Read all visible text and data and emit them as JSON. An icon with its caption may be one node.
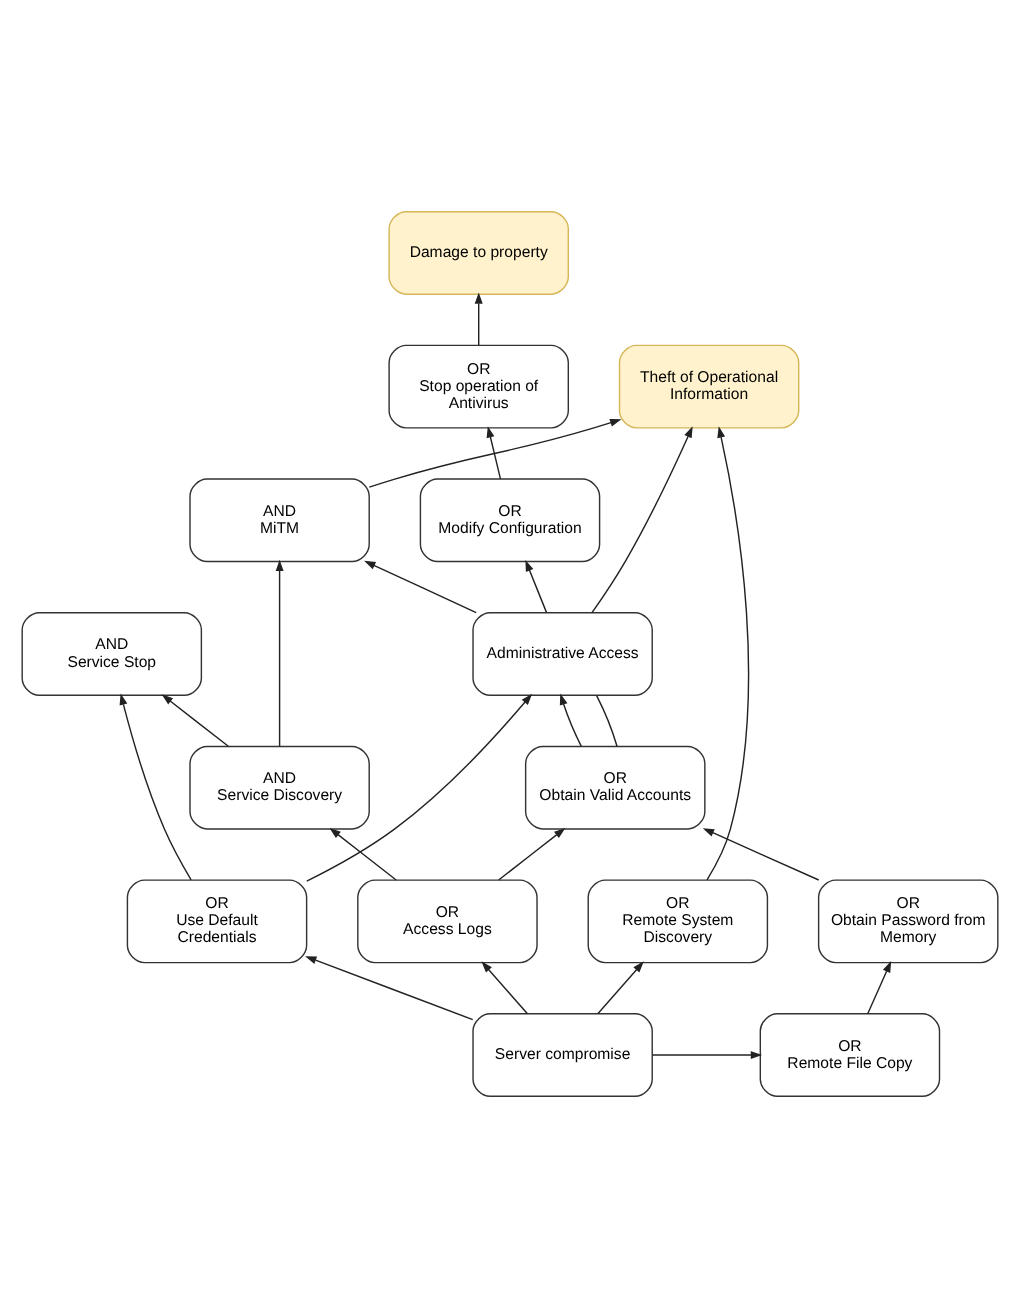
{
  "diagram": {
    "nodes": [
      {
        "text": [
          "Damage to property"
        ]
      },
      {
        "text": [
          "OR",
          "Stop operation of Antivirus"
        ]
      },
      {
        "text": [
          "Theft of Operational Information"
        ]
      },
      {
        "text": [
          "OR",
          "Modify Configuration"
        ]
      },
      {
        "text": [
          "AND",
          "MiTM"
        ]
      },
      {
        "text": [
          "Administrative Access"
        ]
      },
      {
        "text": [
          "AND",
          "Service Stop"
        ]
      },
      {
        "text": [
          "OR",
          "Obtain Valid Accounts"
        ]
      },
      {
        "text": [
          "AND",
          "Service Discovery"
        ]
      },
      {
        "text": [
          "OR",
          "Obtain Password from Memory"
        ]
      },
      {
        "text": [
          "OR",
          "Access Logs"
        ]
      },
      {
        "text": [
          "OR",
          "Use Default Credentials"
        ]
      },
      {
        "text": [
          "OR",
          "Remote System Discovery"
        ]
      },
      {
        "text": [
          "OR",
          "Remote File Copy"
        ]
      },
      {
        "text": [
          "Server compromise"
        ]
      }
    ],
    "edges": [
      {
        "from": 1,
        "to": 0,
        "arrow": "to"
      },
      {
        "from": 3,
        "to": 1,
        "arrow": "to"
      },
      {
        "from": 5,
        "to": 3,
        "arrow": "to"
      },
      {
        "from": 5,
        "to": 2,
        "arrow": "to"
      },
      {
        "from": 4,
        "to": 2,
        "arrow": "to"
      },
      {
        "from": 12,
        "to": 2,
        "arrow": "to"
      },
      {
        "from": 5,
        "to": 4,
        "arrow": "to"
      },
      {
        "from": 8,
        "to": 4,
        "arrow": "to"
      },
      {
        "from": 8,
        "to": 6,
        "arrow": "to"
      },
      {
        "from": 11,
        "to": 6,
        "arrow": "to"
      },
      {
        "from": 11,
        "to": 5,
        "arrow": "to"
      },
      {
        "from": 7,
        "to": 5,
        "arrow": "to"
      },
      {
        "from": 7,
        "to": 5,
        "arrow": "none"
      },
      {
        "from": 10,
        "to": 7,
        "arrow": "to"
      },
      {
        "from": 9,
        "to": 7,
        "arrow": "to"
      },
      {
        "from": 10,
        "to": 8,
        "arrow": "to"
      },
      {
        "from": 13,
        "to": 9,
        "arrow": "to"
      },
      {
        "from": 14,
        "to": 13,
        "arrow": "to"
      },
      {
        "from": 14,
        "to": 10,
        "arrow": "to"
      },
      {
        "from": 14,
        "to": 11,
        "arrow": "to"
      },
      {
        "from": 14,
        "to": 12,
        "arrow": "to"
      }
    ]
  }
}
